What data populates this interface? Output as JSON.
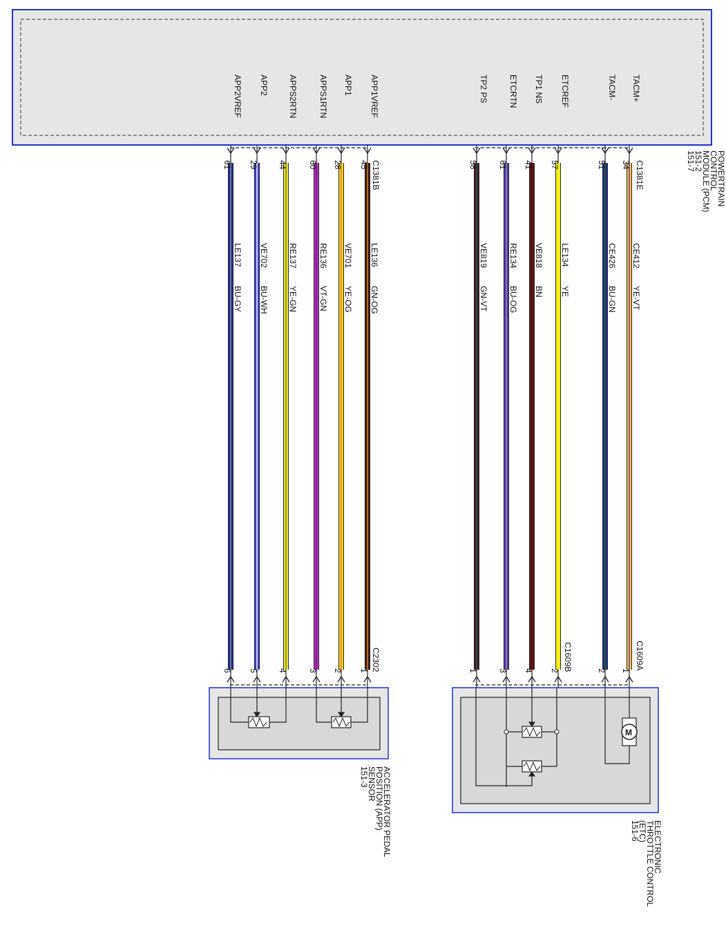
{
  "pcm": {
    "name_lines": [
      "POWERTRAIN",
      "CONTROL",
      "MODULE (PCM)",
      "151-2",
      "151-7"
    ]
  },
  "etc": {
    "name_lines": [
      "ELECTRONIC",
      "THROTTLE CONTROL",
      "(ETC)",
      "151-6"
    ],
    "pcm_connector": "C1381E",
    "device_connector": "C1609A",
    "device_connector_b": "C1609B",
    "wires": [
      {
        "signal": "TACM+",
        "pcm_pin": "34",
        "circuit": "CE412",
        "color_code": "YE-VT",
        "device_pin": "1",
        "stroke": "#f2c94c",
        "stripe": "#7a2a8a"
      },
      {
        "signal": "TACM-",
        "pcm_pin": "51",
        "circuit": "CE426",
        "color_code": "BU-GN",
        "device_pin": "2",
        "stroke": "#1f2c8a",
        "stripe": "#1d6b2a"
      },
      {
        "signal": "ETCREF",
        "pcm_pin": "57",
        "circuit": "LE134",
        "color_code": "YE",
        "device_pin": "2",
        "stroke": "#f6ee1c",
        "stripe": ""
      },
      {
        "signal": "TP1 NS",
        "pcm_pin": "41",
        "circuit": "VE818",
        "color_code": "BN",
        "device_pin": "4",
        "stroke": "#5a1414",
        "stripe": ""
      },
      {
        "signal": "ETCRTN",
        "pcm_pin": "61",
        "circuit": "RE134",
        "color_code": "BU-OG",
        "device_pin": "3",
        "stroke": "#3b3bd8",
        "stripe": "#d9822b"
      },
      {
        "signal": "TP2 PS",
        "pcm_pin": "58",
        "circuit": "VE819",
        "color_code": "GN-VT",
        "device_pin": "1",
        "stroke": "#4a1430",
        "stripe": "#1d6b2a"
      }
    ]
  },
  "app": {
    "name_lines": [
      "ACCELERATOR PEDAL",
      "POSITION (APP)",
      "SENSOR",
      "151-3"
    ],
    "pcm_connector": "C1381B",
    "device_connector": "C2302",
    "wires": [
      {
        "signal": "APP1VREF",
        "pcm_pin": "45",
        "circuit": "LE136",
        "color_code": "GN-OG",
        "device_pin": "1",
        "stroke": "#3a1a12",
        "stripe": "#d9822b"
      },
      {
        "signal": "APP1",
        "pcm_pin": "28",
        "circuit": "VE701",
        "color_code": "YE-OG",
        "device_pin": "2",
        "stroke": "#f6d51c",
        "stripe": "#d9822b"
      },
      {
        "signal": "APPS1RTN",
        "pcm_pin": "60",
        "circuit": "RE136",
        "color_code": "VT-GN",
        "device_pin": "3",
        "stroke": "#b62fc0",
        "stripe": "#6a1a7a"
      },
      {
        "signal": "APPS2RTN",
        "pcm_pin": "44",
        "circuit": "RE137",
        "color_code": "YE-GN",
        "device_pin": "4",
        "stroke": "#f2e23a",
        "stripe": "#6b8a1d"
      },
      {
        "signal": "APP2",
        "pcm_pin": "29",
        "circuit": "VE702",
        "color_code": "BU-WH",
        "device_pin": "5",
        "stroke": "#3b3bd8",
        "stripe": "#ffffff"
      },
      {
        "signal": "APP2VREF",
        "pcm_pin": "61",
        "circuit": "LE137",
        "color_code": "BU-GY",
        "device_pin": "6",
        "stroke": "#1f2c9a",
        "stripe": "#888888"
      }
    ]
  }
}
